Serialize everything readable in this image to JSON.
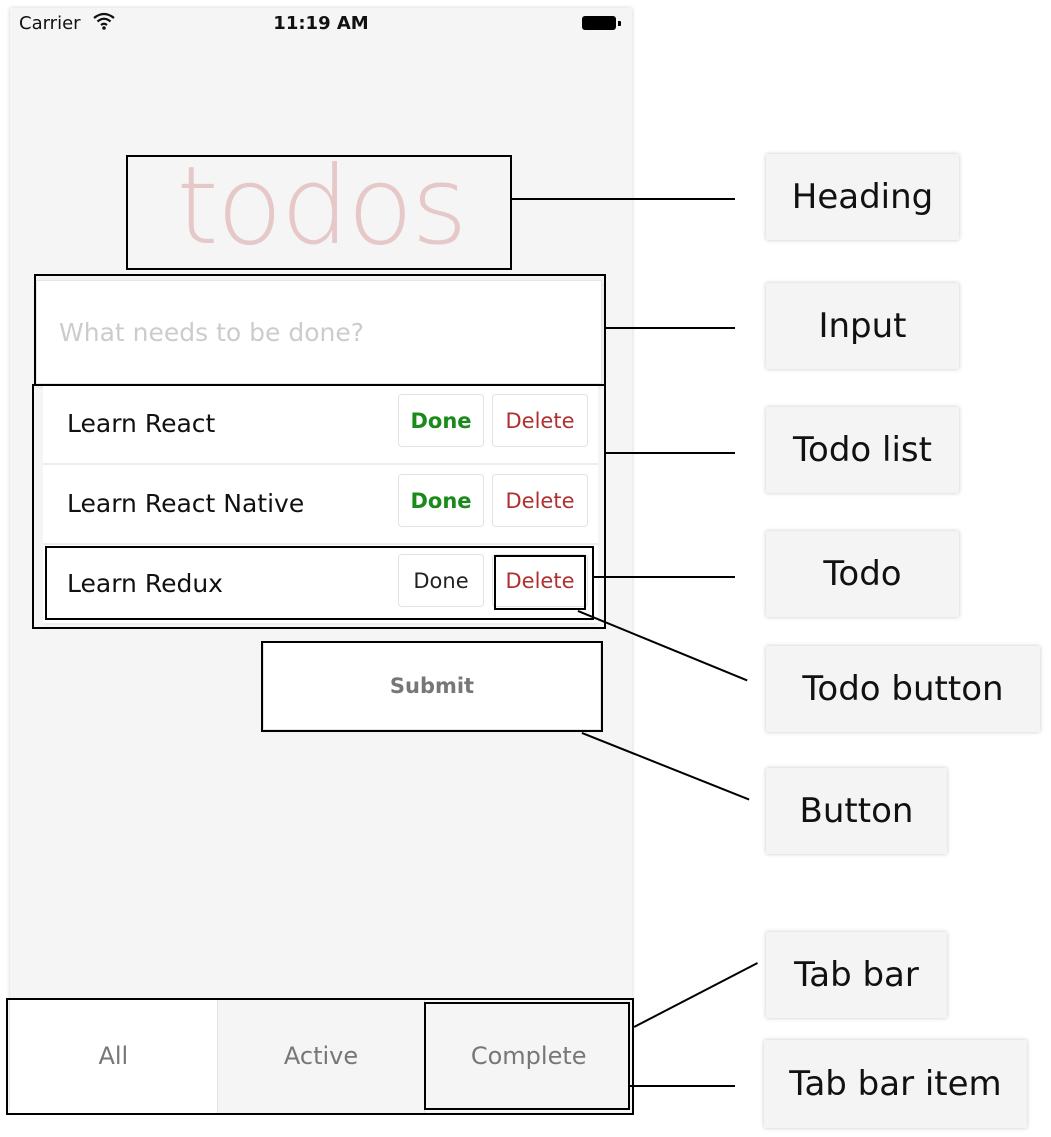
{
  "status_bar": {
    "carrier": "Carrier",
    "time": "11:19 AM",
    "wifi_icon": "wifi-icon",
    "battery_icon": "battery-icon"
  },
  "heading": "todos",
  "input": {
    "placeholder": "What needs to be done?",
    "value": ""
  },
  "todos": [
    {
      "text": "Learn React",
      "done_label": "Done",
      "delete_label": "Delete",
      "done_highlighted": true
    },
    {
      "text": "Learn React Native",
      "done_label": "Done",
      "delete_label": "Delete",
      "done_highlighted": true
    },
    {
      "text": "Learn Redux",
      "done_label": "Done",
      "delete_label": "Delete",
      "done_highlighted": false
    }
  ],
  "submit_label": "Submit",
  "tabs": [
    {
      "label": "All",
      "selected": true
    },
    {
      "label": "Active",
      "selected": false
    },
    {
      "label": "Complete",
      "selected": false
    }
  ],
  "annotations": {
    "heading": "Heading",
    "input": "Input",
    "todo_list": "Todo list",
    "todo": "Todo",
    "todo_button": "Todo button",
    "button": "Button",
    "tab_bar": "Tab bar",
    "tab_bar_item": "Tab bar item"
  },
  "colors": {
    "heading": "#e6c8c8",
    "done_green": "#1a8a1a",
    "delete_red": "#b03030",
    "app_background": "#f5f5f5"
  }
}
